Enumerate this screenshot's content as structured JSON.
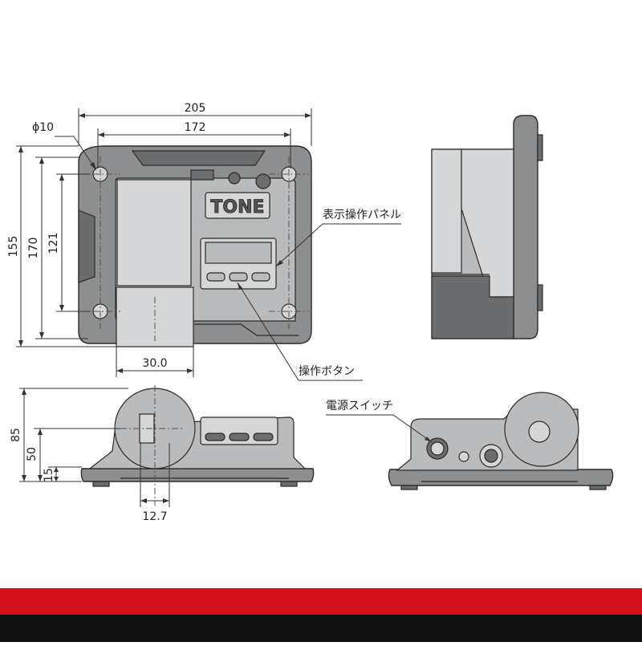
{
  "dimensions": {
    "front_width_outer": "205",
    "front_width_holes": "172",
    "hole_diameter": "ϕ10",
    "front_height_outer": "155",
    "front_height_mid": "170",
    "front_height_holes": "121",
    "drive_width": "30.0",
    "bottom_height_total": "85",
    "bottom_height_axis": "50",
    "bottom_height_base": "15",
    "square_drive": "12.7"
  },
  "callouts": {
    "display_panel": "表示操作パネル",
    "operation_button": "操作ボタン",
    "power_switch": "電源スイッチ"
  },
  "logo": "TONE",
  "colors": {
    "body": "#8c8e90",
    "panel": "#b9bbbd",
    "footer_red": "#d4101a",
    "footer_black": "#111111"
  }
}
